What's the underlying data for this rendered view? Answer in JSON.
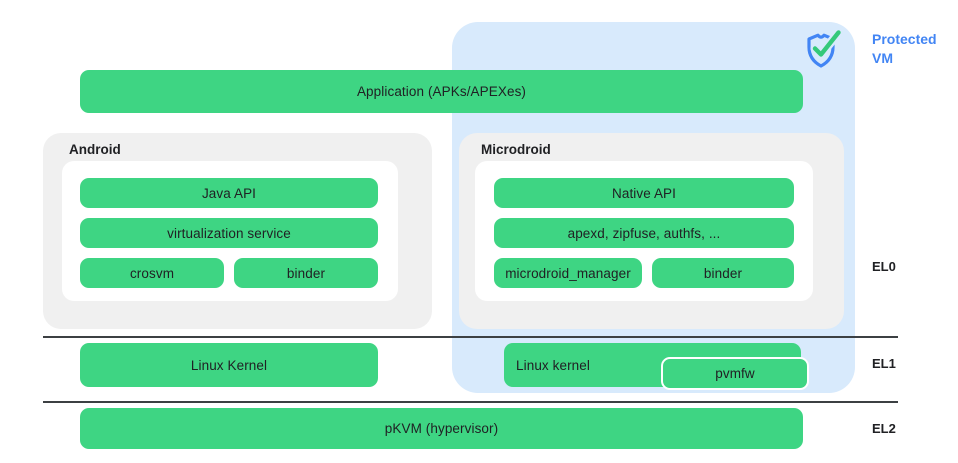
{
  "diagram": {
    "protected_vm_label": "Protected VM",
    "application_label": "Application (APKs/APEXes)",
    "android": {
      "title": "Android",
      "bars": [
        "Java API",
        "virtualization service",
        "crosvm",
        "binder"
      ]
    },
    "microdroid": {
      "title": "Microdroid",
      "bars": [
        "Native API",
        "apexd, zipfuse, authfs, ...",
        "microdroid_manager",
        "binder"
      ]
    },
    "el1": {
      "left_kernel": "Linux Kernel",
      "right_kernel": "Linux kernel",
      "pvmfw": "pvmfw"
    },
    "el2": {
      "hypervisor": "pKVM (hypervisor)"
    },
    "exception_levels": [
      "EL0",
      "EL1",
      "EL2"
    ]
  },
  "colors": {
    "bar_green": "#3ED583",
    "check_green": "#34C97A",
    "protected_bg": "#D8EAFC",
    "accent_blue": "#4285F4",
    "group_gray": "#F0F0F0",
    "line_dark": "#3C4043",
    "text_dark": "#202124"
  }
}
